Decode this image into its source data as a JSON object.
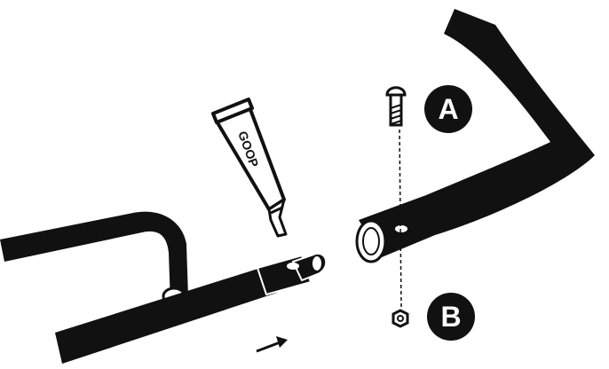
{
  "tube_label": "GOOP",
  "callouts": [
    {
      "id": "bolt",
      "letter": "A"
    },
    {
      "id": "nut",
      "letter": "B"
    }
  ],
  "colors": {
    "ink": "#111111",
    "background": "#ffffff",
    "callout_fill": "#111111",
    "callout_text": "#ffffff"
  },
  "icons": {
    "tube": "glue-tube-icon",
    "bolt": "bolt-icon",
    "nut": "hex-nut-icon",
    "arrow": "direction-arrow-icon"
  }
}
